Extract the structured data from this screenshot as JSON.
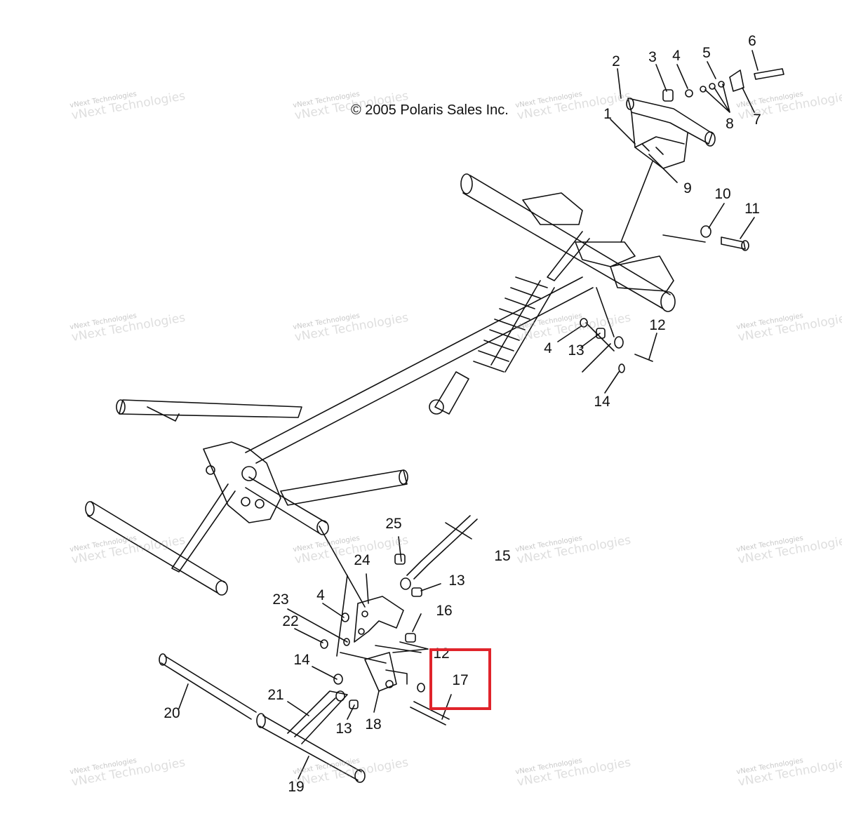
{
  "copyright": "© 2005 Polaris Sales Inc.",
  "watermark": {
    "line1": "vNext Technologies",
    "line2": "vNext Technologies",
    "color": "#9a9a9a"
  },
  "callouts": [
    {
      "id": "1",
      "label": "1"
    },
    {
      "id": "2",
      "label": "2"
    },
    {
      "id": "3",
      "label": "3"
    },
    {
      "id": "4a",
      "label": "4"
    },
    {
      "id": "5",
      "label": "5"
    },
    {
      "id": "6",
      "label": "6"
    },
    {
      "id": "7",
      "label": "7"
    },
    {
      "id": "8",
      "label": "8"
    },
    {
      "id": "9",
      "label": "9"
    },
    {
      "id": "10",
      "label": "10"
    },
    {
      "id": "11",
      "label": "11"
    },
    {
      "id": "12a",
      "label": "12"
    },
    {
      "id": "4b",
      "label": "4"
    },
    {
      "id": "13a",
      "label": "13"
    },
    {
      "id": "14a",
      "label": "14"
    },
    {
      "id": "25",
      "label": "25"
    },
    {
      "id": "15",
      "label": "15"
    },
    {
      "id": "24",
      "label": "24"
    },
    {
      "id": "13b",
      "label": "13"
    },
    {
      "id": "4c",
      "label": "4"
    },
    {
      "id": "23",
      "label": "23"
    },
    {
      "id": "16",
      "label": "16"
    },
    {
      "id": "22",
      "label": "22"
    },
    {
      "id": "12b",
      "label": "12"
    },
    {
      "id": "17",
      "label": "17"
    },
    {
      "id": "14b",
      "label": "14"
    },
    {
      "id": "20",
      "label": "20"
    },
    {
      "id": "21",
      "label": "21"
    },
    {
      "id": "13c",
      "label": "13"
    },
    {
      "id": "18",
      "label": "18"
    },
    {
      "id": "19",
      "label": "19"
    }
  ],
  "highlight": {
    "label": "17",
    "color": "#e0242b"
  }
}
